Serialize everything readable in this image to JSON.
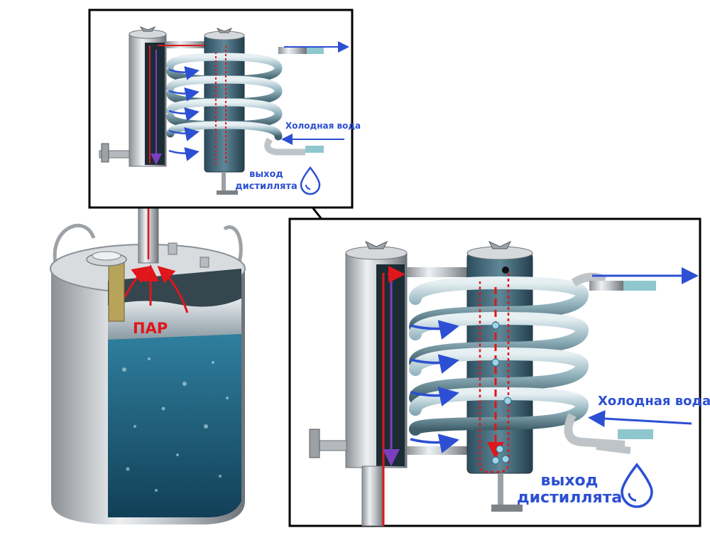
{
  "labels": {
    "steam": "ПАР",
    "cold_water": "Холодная вода",
    "distillate_line1": "выход",
    "distillate_line2": "дистиллята"
  },
  "icons": {
    "drop": "water-drop-icon",
    "wing_nut": "wing-nut-icon",
    "arrow": "arrow-icon"
  },
  "colors": {
    "steam_path": "#e0161b",
    "cold_water": "#2c4fd3",
    "cooled_return": "#7a3fbf",
    "inset_border": "#000000",
    "water": "#1e5a73",
    "steel": "#c9cdd1"
  }
}
